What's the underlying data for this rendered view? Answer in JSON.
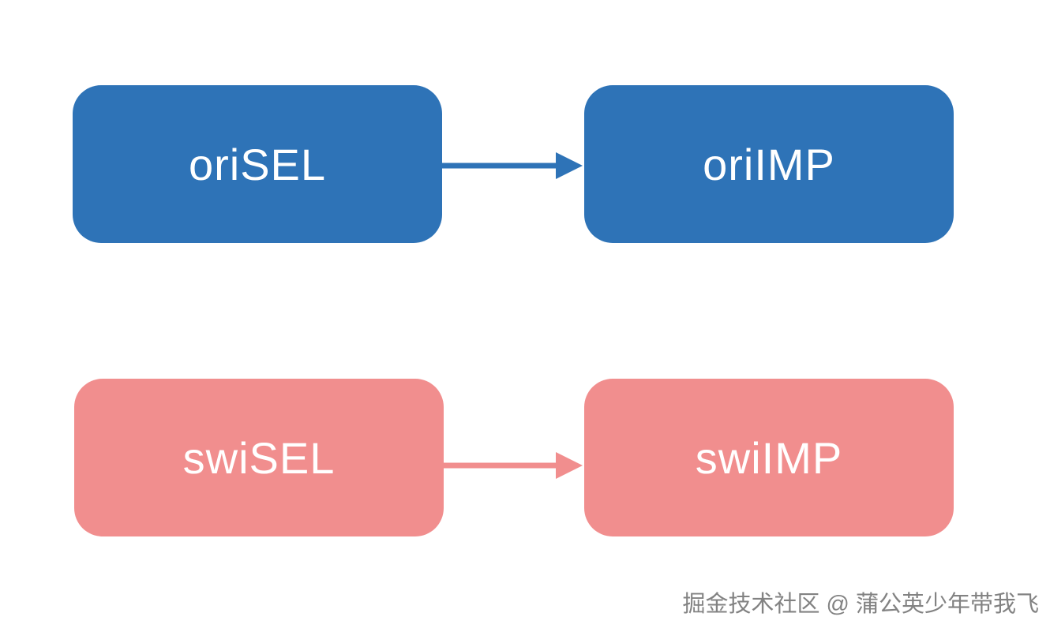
{
  "diagram": {
    "nodes": [
      {
        "id": "oriSEL",
        "label": "oriSEL",
        "color": "#2e73b7"
      },
      {
        "id": "oriIMP",
        "label": "oriIMP",
        "color": "#2e73b7"
      },
      {
        "id": "swiSEL",
        "label": "swiSEL",
        "color": "#f18e8e"
      },
      {
        "id": "swiIMP",
        "label": "swiIMP",
        "color": "#f18e8e"
      }
    ],
    "edges": [
      {
        "from": "oriSEL",
        "to": "oriIMP",
        "color": "#2e73b7"
      },
      {
        "from": "swiSEL",
        "to": "swiIMP",
        "color": "#f18e8e"
      }
    ]
  },
  "colors": {
    "background": "#ffffff",
    "node_text": "#ffffff",
    "blue": "#2e73b7",
    "pink": "#f18e8e",
    "watermark_gray": "#828282"
  },
  "watermark": {
    "text": "掘金技术社区 @ 蒲公英少年带我飞"
  }
}
